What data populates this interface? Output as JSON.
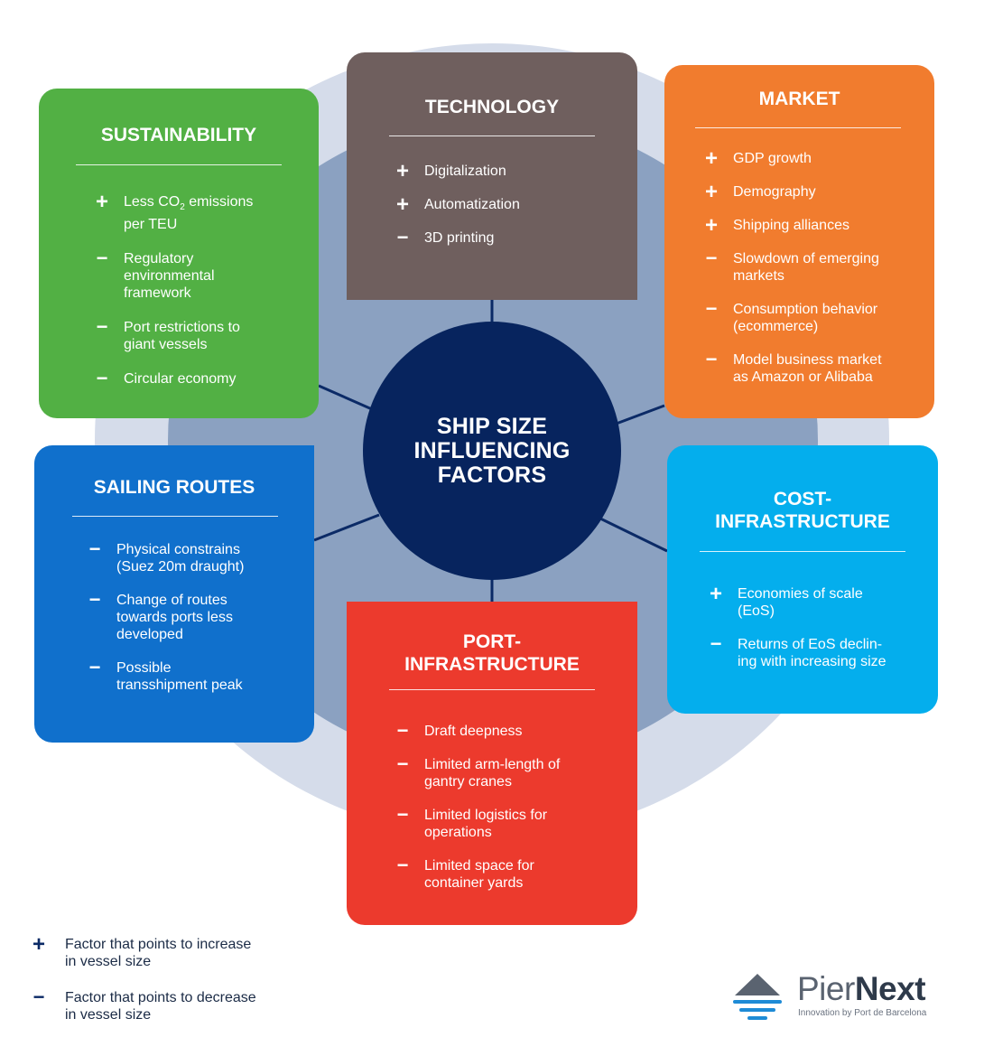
{
  "center": {
    "title": "SHIP SIZE\nINFLUENCING\nFACTORS"
  },
  "colors": {
    "sustainability": "#52b044",
    "technology": "#6f5f5e",
    "market": "#f17c2e",
    "sailing_routes": "#1070cc",
    "cost_infrastructure": "#04aeed",
    "port_infrastructure": "#ec3a2d",
    "center": "#07245e",
    "ring_outer": "#d5dcea",
    "ring_inner": "#8ba1c1"
  },
  "cards": {
    "sustainability": {
      "title": "SUSTAINABILITY",
      "items": [
        {
          "sign": "+",
          "pre": "Less CO",
          "sub": "2",
          "post": " emissions\nper TEU"
        },
        {
          "sign": "−",
          "text": "Regulatory\nenvironmental\nframework"
        },
        {
          "sign": "−",
          "text": "Port restrictions to\ngiant vessels"
        },
        {
          "sign": "−",
          "text": "Circular economy"
        }
      ]
    },
    "technology": {
      "title": "TECHNOLOGY",
      "items": [
        {
          "sign": "+",
          "text": "Digitalization"
        },
        {
          "sign": "+",
          "text": "Automatization"
        },
        {
          "sign": "−",
          "text": "3D printing"
        }
      ]
    },
    "market": {
      "title": "MARKET",
      "items": [
        {
          "sign": "+",
          "text": "GDP growth"
        },
        {
          "sign": "+",
          "text": "Demography"
        },
        {
          "sign": "+",
          "text": "Shipping alliances"
        },
        {
          "sign": "−",
          "text": "Slowdown of emerging\nmarkets"
        },
        {
          "sign": "−",
          "text": "Consumption behavior\n(ecommerce)"
        },
        {
          "sign": "−",
          "text": "Model business market\nas Amazon or Alibaba"
        }
      ]
    },
    "sailing_routes": {
      "title": "SAILING ROUTES",
      "items": [
        {
          "sign": "−",
          "text": "Physical constrains\n(Suez 20m draught)"
        },
        {
          "sign": "−",
          "text": "Change of routes\ntowards ports less\ndeveloped"
        },
        {
          "sign": "−",
          "text": "Possible\ntransshipment peak"
        }
      ]
    },
    "cost_infrastructure": {
      "title": "COST-\nINFRASTRUCTURE",
      "items": [
        {
          "sign": "+",
          "text": "Economies of scale\n(EoS)"
        },
        {
          "sign": "−",
          "text": "Returns of EoS declin-\ning with increasing size"
        }
      ]
    },
    "port_infrastructure": {
      "title": "PORT-\nINFRASTRUCTURE",
      "items": [
        {
          "sign": "−",
          "text": "Draft deepness"
        },
        {
          "sign": "−",
          "text": "Limited arm-length of\ngantry cranes"
        },
        {
          "sign": "−",
          "text": "Limited logistics for\noperations"
        },
        {
          "sign": "−",
          "text": "Limited space for\ncontainer yards"
        }
      ]
    }
  },
  "legend": {
    "plus": {
      "sign": "+",
      "text": "Factor that points to increase\nin vessel size"
    },
    "minus": {
      "sign": "−",
      "text": "Factor that points to decrease\nin vessel size"
    }
  },
  "logo": {
    "name_light": "Pier",
    "name_bold": "Next",
    "tagline": "Innovation by Port de Barcelona",
    "icon": "ship-waves-icon"
  }
}
